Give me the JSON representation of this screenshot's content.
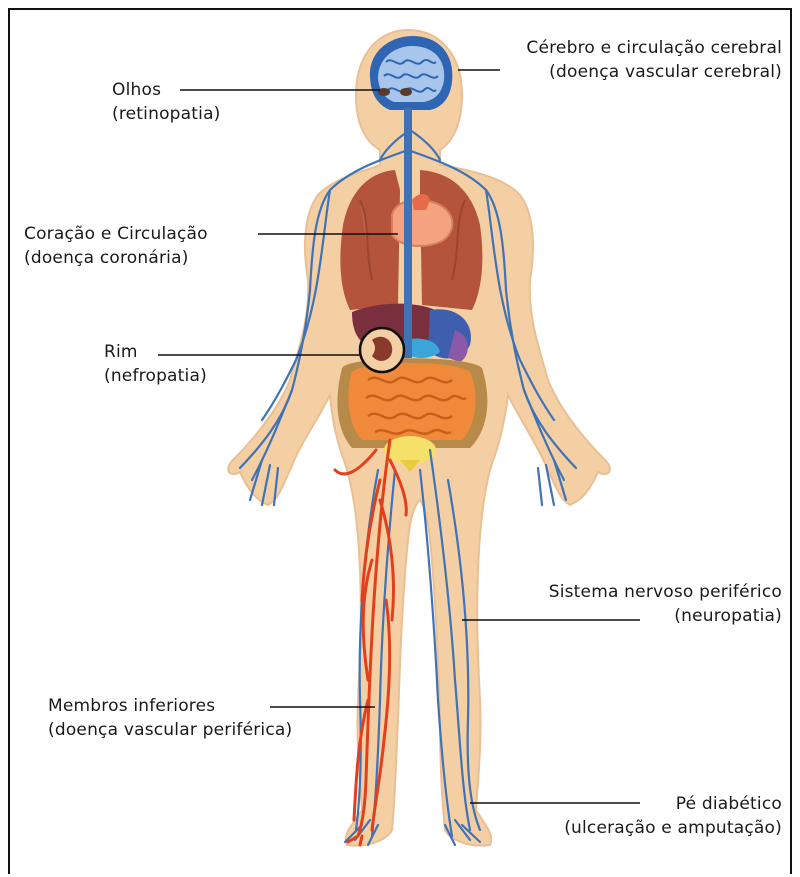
{
  "colors": {
    "skin": "#f5cfa4",
    "skin_outline": "#e6b68a",
    "vein": "#3f73b5",
    "artery": "#e2401c",
    "lung": "#b4543b",
    "heart": "#f4a27f",
    "intestine": "#f08a3a",
    "liver": "#7a2f3e",
    "stomach": "#3e5fae",
    "brain": "#2f66b3",
    "bladder": "#f5e06a",
    "line": "#111111"
  },
  "labels": {
    "olhos": {
      "title": "Olhos",
      "detail": "(retinopatia)"
    },
    "cerebro": {
      "title": "Cérebro e circulação cerebral",
      "detail": "(doença vascular cerebral)"
    },
    "coracao": {
      "title": "Coração e Circulação",
      "detail": "(doença coronária)"
    },
    "rim": {
      "title": "Rim",
      "detail": "(nefropatia)"
    },
    "nervoso": {
      "title": "Sistema nervoso periférico",
      "detail": "(neuropatia)"
    },
    "membros": {
      "title": "Membros inferiores",
      "detail": "(doença vascular periférica)"
    },
    "pe": {
      "title": "Pé diabético",
      "detail": "(ulceração e amputação)"
    }
  }
}
